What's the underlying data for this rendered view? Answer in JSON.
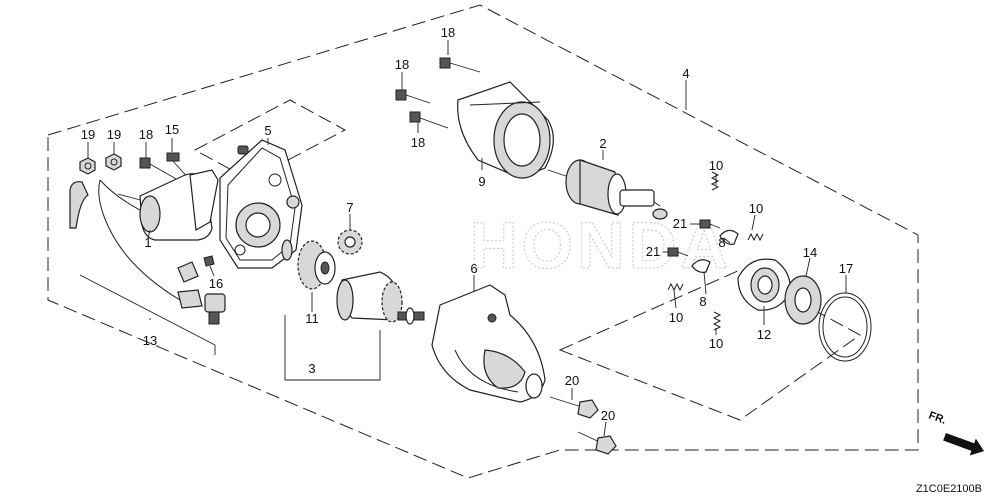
{
  "diagram": {
    "watermark": "HONDA",
    "drawing_code": "Z1C0E2100B",
    "direction_marker": "FR.",
    "callouts": {
      "c1": "1",
      "c2": "2",
      "c3": "3",
      "c4": "4",
      "c5": "5",
      "c6": "6",
      "c7": "7",
      "c8a": "8",
      "c8b": "8",
      "c9": "9",
      "c10a": "10",
      "c10b": "10",
      "c10c": "10",
      "c10d": "10",
      "c11": "11",
      "c12": "12",
      "c13": "13",
      "c14": "14",
      "c15": "15",
      "c16": "16",
      "c17": "17",
      "c18a": "18",
      "c18b": "18",
      "c18c": "18",
      "c18d": "18",
      "c19a": "19",
      "c19b": "19",
      "c20a": "20",
      "c20b": "20",
      "c21a": "21",
      "c21b": "21"
    }
  }
}
